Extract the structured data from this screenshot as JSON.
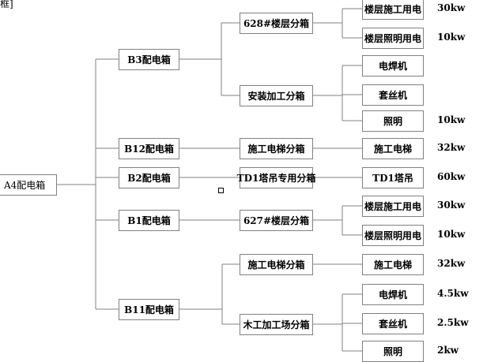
{
  "corner_text": "框]",
  "line_color": "#808080",
  "root": {
    "label": "A4配电箱"
  },
  "level1": [
    {
      "label": "B3配电箱"
    },
    {
      "label": "B12配电箱"
    },
    {
      "label": "B2配电箱"
    },
    {
      "label": "B1配电箱"
    },
    {
      "label": "B11配电箱"
    }
  ],
  "level2": [
    {
      "label": "628#楼层分箱",
      "parent": 0
    },
    {
      "label": "安装加工分箱",
      "parent": 0
    },
    {
      "label": "施工电梯分箱",
      "parent": 1
    },
    {
      "label": "TD1塔吊专用分箱",
      "parent": 2
    },
    {
      "label": "627#楼层分箱",
      "parent": 3
    },
    {
      "label": "施工电梯分箱",
      "parent": 4
    },
    {
      "label": "木工加工场分箱",
      "parent": 4
    }
  ],
  "level3": [
    {
      "label": "楼层施工用电",
      "parent": 0,
      "power": "30kw"
    },
    {
      "label": "楼层照明用电",
      "parent": 0,
      "power": "10kw"
    },
    {
      "label": "电焊机",
      "parent": 1,
      "power": ""
    },
    {
      "label": "套丝机",
      "parent": 1,
      "power": ""
    },
    {
      "label": "照明",
      "parent": 1,
      "power": "10kw"
    },
    {
      "label": "施工电梯",
      "parent": 2,
      "power": "32kw"
    },
    {
      "label": "TD1塔吊",
      "parent": 3,
      "power": "60kw"
    },
    {
      "label": "楼层施工用电",
      "parent": 4,
      "power": "30kw"
    },
    {
      "label": "楼层照明用电",
      "parent": 4,
      "power": "10kw"
    },
    {
      "label": "施工电梯",
      "parent": 5,
      "power": "32kw"
    },
    {
      "label": "电焊机",
      "parent": 6,
      "power": "4.5kw"
    },
    {
      "label": "套丝机",
      "parent": 6,
      "power": "2.5kw"
    },
    {
      "label": "照明",
      "parent": 6,
      "power": "2kw"
    }
  ]
}
